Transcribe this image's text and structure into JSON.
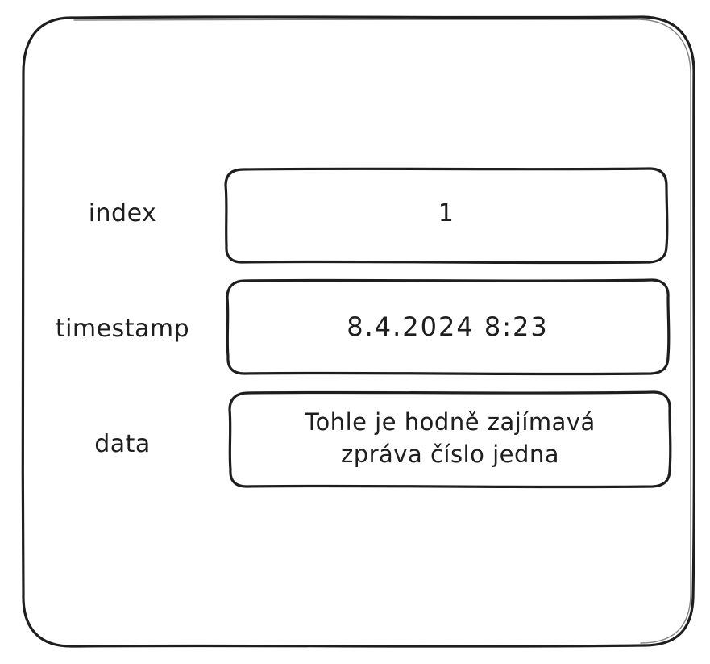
{
  "fields": [
    {
      "key": "index",
      "label": "index",
      "value": "1"
    },
    {
      "key": "timestamp",
      "label": "timestamp",
      "value": "8.4.2024 8:23"
    },
    {
      "key": "data",
      "label": "data",
      "value_lines": [
        "Tohle je hodně zajímavá",
        "zpráva číslo jedna"
      ]
    }
  ],
  "colors": {
    "stroke": "#1e1e1e",
    "background": "#ffffff"
  }
}
